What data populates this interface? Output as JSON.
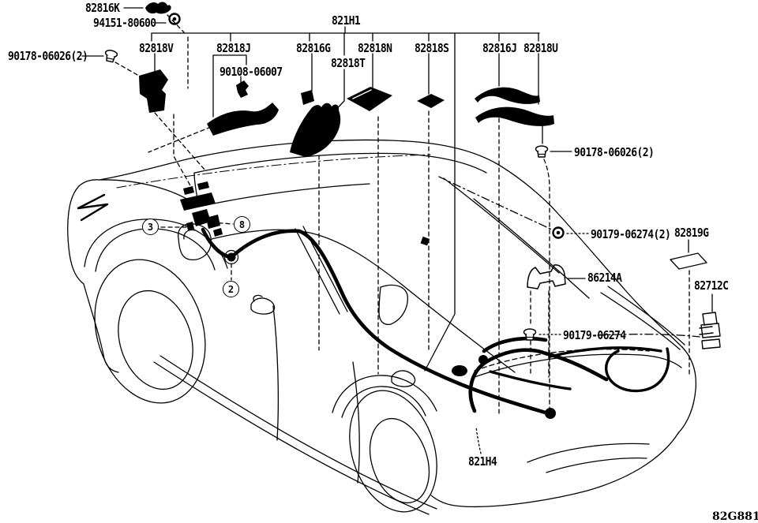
{
  "diagram": {
    "code": "82G881",
    "colors": {
      "line": "#000000",
      "background": "#ffffff"
    },
    "parts": {
      "k82816K": "82816K",
      "k94151_80600": "94151-80600",
      "k90178_left": "90178-06026(2)",
      "k82818V": "82818V",
      "k82818J": "82818J",
      "k90108_06007": "90108-06007",
      "k82816G": "82816G",
      "k82818T": "82818T",
      "k821H1": "821H1",
      "k82818N": "82818N",
      "k82818S": "82818S",
      "k82816J": "82816J",
      "k82818U": "82818U",
      "k90178_right": "90178-06026(2)",
      "k90179_x2": "90179-06274(2)",
      "k82819G": "82819G",
      "k86214A": "86214A",
      "k82712C": "82712C",
      "k90179": "90179-06274",
      "k821H4": "821H4"
    },
    "callouts": {
      "c3": "3",
      "c8": "8",
      "c2": "2"
    }
  }
}
